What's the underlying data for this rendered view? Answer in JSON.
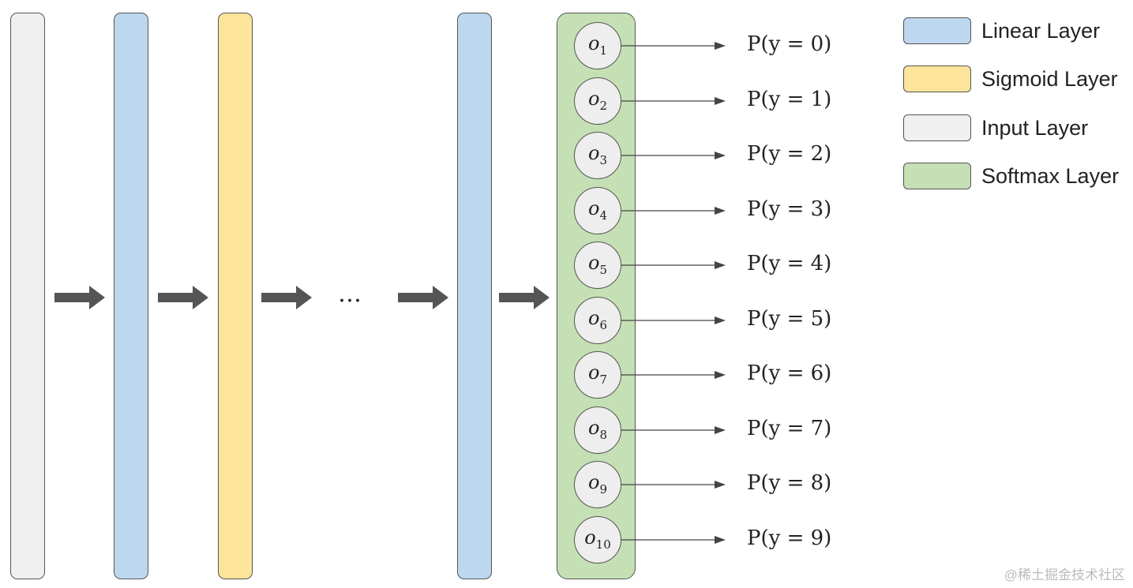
{
  "colors": {
    "linear": "#bdd7ee",
    "sigmoid": "#fde49b",
    "input": "#f0f0f0",
    "softmax": "#c5e0b4",
    "node_fill": "#eeeeee",
    "arrow": "#555555"
  },
  "network": {
    "layers": [
      {
        "kind": "input"
      },
      {
        "kind": "linear"
      },
      {
        "kind": "sigmoid"
      },
      {
        "kind": "linear"
      }
    ],
    "ellipsis": "…",
    "output_nodes": [
      {
        "symbol": "o",
        "sub": "1",
        "prob": "P(y = 0)"
      },
      {
        "symbol": "o",
        "sub": "2",
        "prob": "P(y = 1)"
      },
      {
        "symbol": "o",
        "sub": "3",
        "prob": "P(y = 2)"
      },
      {
        "symbol": "o",
        "sub": "4",
        "prob": "P(y = 3)"
      },
      {
        "symbol": "o",
        "sub": "5",
        "prob": "P(y = 4)"
      },
      {
        "symbol": "o",
        "sub": "6",
        "prob": "P(y = 5)"
      },
      {
        "symbol": "o",
        "sub": "7",
        "prob": "P(y = 6)"
      },
      {
        "symbol": "o",
        "sub": "8",
        "prob": "P(y = 7)"
      },
      {
        "symbol": "o",
        "sub": "9",
        "prob": "P(y = 8)"
      },
      {
        "symbol": "o",
        "sub": "10",
        "prob": "P(y = 9)"
      }
    ]
  },
  "legend": [
    {
      "label": "Linear Layer",
      "color_key": "linear"
    },
    {
      "label": "Sigmoid Layer",
      "color_key": "sigmoid"
    },
    {
      "label": "Input Layer",
      "color_key": "input"
    },
    {
      "label": "Softmax Layer",
      "color_key": "softmax"
    }
  ],
  "watermark": "@稀土掘金技术社区"
}
